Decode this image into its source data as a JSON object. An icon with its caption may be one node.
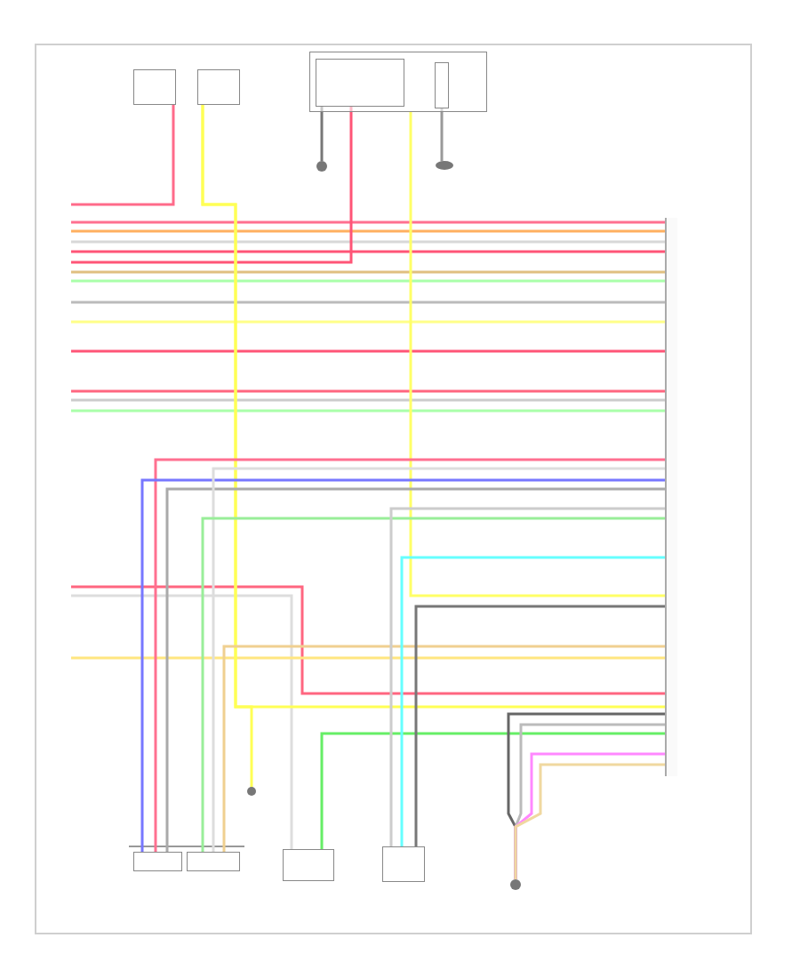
{
  "diagram": {
    "nodes": [
      {
        "text": [],
        "shape": "box"
      },
      {
        "text": [],
        "shape": "box"
      },
      {
        "text": [],
        "shape": "box"
      },
      {
        "text": [],
        "shape": "box",
        "in": 2
      },
      {
        "text": [],
        "shape": "box",
        "in": 2
      },
      {
        "text": [],
        "shape": "circle"
      },
      {
        "text": [],
        "shape": "circle"
      },
      {
        "text": [],
        "shape": "bar"
      },
      {
        "text": [],
        "shape": "box"
      },
      {
        "text": [],
        "shape": "box"
      },
      {
        "text": [],
        "shape": "box"
      },
      {
        "text": [],
        "shape": "box"
      },
      {
        "text": [],
        "shape": "circle"
      },
      {
        "text": [],
        "shape": "circle"
      }
    ],
    "edges": [
      {
        "from": null,
        "to": 0,
        "arrow": "none",
        "color": "#ff6b8a"
      },
      {
        "from": null,
        "to": 7,
        "arrow": "none",
        "color": "#ff7090"
      },
      {
        "from": null,
        "to": 7,
        "arrow": "none",
        "color": "#ffb060"
      },
      {
        "from": null,
        "to": 7,
        "arrow": "none",
        "color": "#d8d8d8"
      },
      {
        "from": null,
        "to": 7,
        "arrow": "none",
        "color": "#ff5577"
      },
      {
        "from": null,
        "to": 3,
        "arrow": "none",
        "color": "#ff5577"
      },
      {
        "from": null,
        "to": 7,
        "arrow": "none",
        "color": "#e0c080"
      },
      {
        "from": null,
        "to": 7,
        "arrow": "none",
        "color": "#aaffaa"
      },
      {
        "from": null,
        "to": 7,
        "arrow": "none",
        "color": "#bbbbbb"
      },
      {
        "from": null,
        "to": 7,
        "arrow": "none",
        "color": "#ffff88"
      },
      {
        "from": null,
        "to": 7,
        "arrow": "none",
        "color": "#ff5577"
      },
      {
        "from": null,
        "to": 7,
        "arrow": "none",
        "color": "#ff6680"
      },
      {
        "from": null,
        "to": 7,
        "arrow": "none",
        "color": "#cccccc"
      },
      {
        "from": null,
        "to": 7,
        "arrow": "none",
        "color": "#aaffaa"
      },
      {
        "from": null,
        "to": 7,
        "arrow": "none",
        "color": "#ff6680"
      },
      {
        "from": null,
        "to": 10,
        "arrow": "none",
        "color": "#dddddd"
      },
      {
        "from": null,
        "to": 7,
        "arrow": "none",
        "color": "#ffe680"
      },
      {
        "from": 1,
        "to": 7,
        "arrow": "none",
        "color": "#ffff55"
      },
      {
        "from": 1,
        "to": 13,
        "arrow": "none",
        "color": "#ffff55"
      },
      {
        "from": 3,
        "to": 5,
        "arrow": "none",
        "color": "#777777"
      },
      {
        "from": 2,
        "to": 7,
        "arrow": "none",
        "color": "#ffff66"
      },
      {
        "from": 4,
        "to": 6,
        "arrow": "none",
        "color": "#999999"
      },
      {
        "from": 8,
        "to": 7,
        "arrow": "none",
        "color": "#ff7090"
      },
      {
        "from": 8,
        "to": 7,
        "arrow": "none",
        "color": "#7777ff"
      },
      {
        "from": 8,
        "to": 7,
        "arrow": "none",
        "color": "#aaaaaa"
      },
      {
        "from": 9,
        "to": 7,
        "arrow": "none",
        "color": "#dddddd"
      },
      {
        "from": 9,
        "to": 7,
        "arrow": "none",
        "color": "#99ee99"
      },
      {
        "from": 9,
        "to": 7,
        "arrow": "none",
        "color": "#f0d090"
      },
      {
        "from": 10,
        "to": 7,
        "arrow": "none",
        "color": "#66ee66"
      },
      {
        "from": 11,
        "to": 7,
        "arrow": "none",
        "color": "#cccccc"
      },
      {
        "from": 11,
        "to": 7,
        "arrow": "none",
        "color": "#66ffff"
      },
      {
        "from": 11,
        "to": 7,
        "arrow": "none",
        "color": "#777777"
      },
      {
        "from": 7,
        "to": 12,
        "arrow": "none",
        "color": "#666666"
      },
      {
        "from": 7,
        "to": 12,
        "arrow": "none",
        "color": "#bbbbbb"
      },
      {
        "from": 7,
        "to": 12,
        "arrow": "none",
        "color": "#ff88ff"
      },
      {
        "from": 7,
        "to": 12,
        "arrow": "none",
        "color": "#f0d8a0"
      }
    ]
  }
}
